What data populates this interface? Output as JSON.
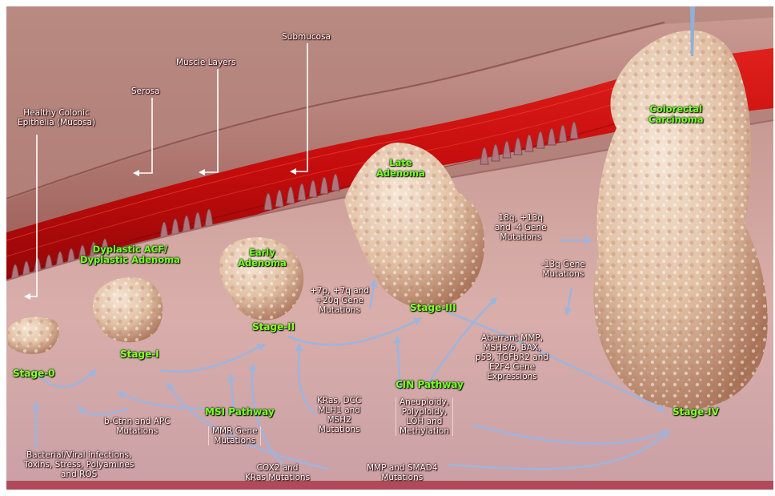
{
  "layer_labels": {
    "mucosa": [
      "Healthy Colonic",
      "Epithelia (Mucosa)"
    ],
    "serosa": "Serosa",
    "muscle": "Muscle Layers",
    "submucosa": "Submucosa"
  },
  "tumors": {
    "dysplastic": [
      "Dyplastic ACF/",
      "Dyplastic Adenoma"
    ],
    "early": [
      "Early",
      "Adenoma"
    ],
    "late": [
      "Late",
      "Adenoma"
    ],
    "carcinoma": [
      "Colorectal",
      "Carcinoma"
    ]
  },
  "stages": {
    "s0": "Stage-0",
    "s1": "Stage-I",
    "s2": "Stage-II",
    "s3": "Stage-III",
    "s4": "Stage-IV"
  },
  "mutations": {
    "m_7p": [
      "+7p, +7q and",
      "+20q Gene",
      "Mutations"
    ],
    "m_18q": [
      "18q, +13q",
      "and -4 Gene",
      "Mutations"
    ],
    "m_13q": [
      "-13q Gene",
      "Mutations"
    ],
    "aberrant": [
      "Aberrant MMP,",
      "MSH3/6, BAX,",
      "p53, TGFbR2 and",
      "E2F4 Gene",
      "Expressions"
    ],
    "bcat": [
      "b-Ctnn and APC",
      "Mutations"
    ],
    "msi_title": "MSI Pathway",
    "msi_box": [
      "MMR Gene",
      "Mutations"
    ],
    "kras": [
      "KRas, DCC",
      "MLH1 and",
      "MSH2",
      "Mutations"
    ],
    "cin_title": "CIN Pathway",
    "cin_box": [
      "Aneuploidy,",
      "Polyploidy,",
      "LOH and",
      "Methylation"
    ],
    "bacterial": [
      "Bacterial/Viral infections,",
      "Toxins, Stress, Polyamines",
      "and ROS"
    ],
    "cox2": [
      "COX2 and",
      "KRas Mutations"
    ],
    "mmp": [
      "MMP and SMAD4",
      "Mutations"
    ]
  }
}
